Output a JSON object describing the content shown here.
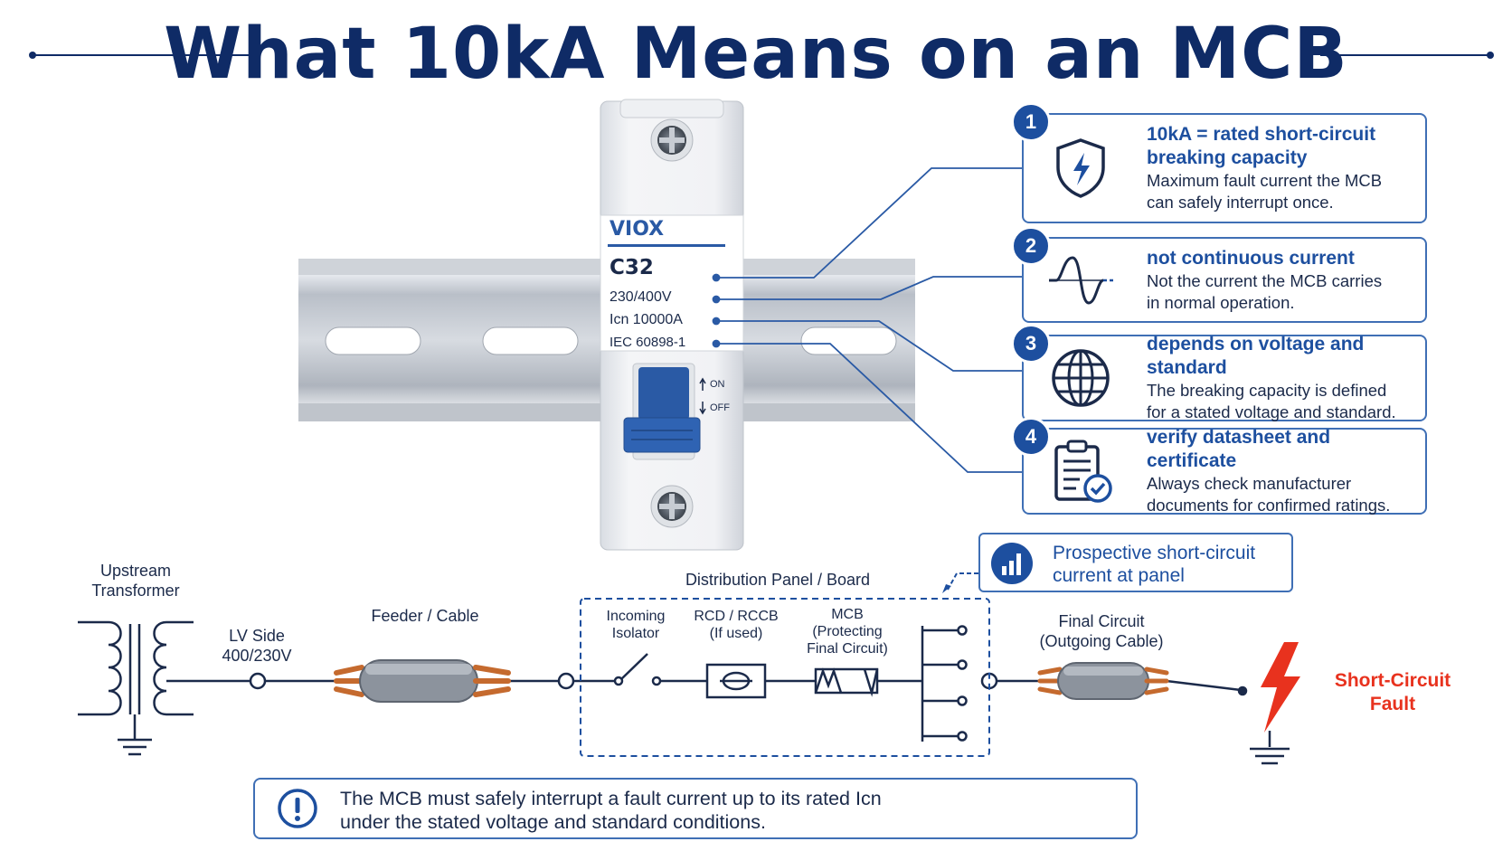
{
  "title": "What 10kA Means on an MCB",
  "breaker": {
    "brand": "VIOX",
    "model": "C32",
    "voltage": "230/400V",
    "icn": "Icn 10000A",
    "standard": "IEC 60898-1",
    "on_label": "ON",
    "off_label": "OFF"
  },
  "callouts": [
    {
      "number": "1",
      "icon": "shield-lightning-icon",
      "heading": [
        "10kA = rated short-circuit",
        "breaking capacity"
      ],
      "body": [
        "Maximum fault current the MCB",
        "can safely interrupt once."
      ]
    },
    {
      "number": "2",
      "icon": "sine-wave-icon",
      "heading": [
        "not continuous current"
      ],
      "body": [
        "Not the current the MCB carries",
        "in normal operation."
      ]
    },
    {
      "number": "3",
      "icon": "globe-icon",
      "heading": [
        "depends on voltage and standard"
      ],
      "body": [
        "The breaking capacity is defined",
        "for a stated voltage and standard."
      ]
    },
    {
      "number": "4",
      "icon": "clipboard-check-icon",
      "heading": [
        "verify datasheet and certificate"
      ],
      "body": [
        "Always check manufacturer",
        "documents for confirmed ratings."
      ]
    }
  ],
  "diagram": {
    "transformer": [
      "Upstream",
      "Transformer"
    ],
    "lv_side": [
      "LV Side",
      "400/230V"
    ],
    "feeder": "Feeder / Cable",
    "panel": "Distribution Panel / Board",
    "isolator": [
      "Incoming",
      "Isolator"
    ],
    "rcd": [
      "RCD / RCCB",
      "(If used)"
    ],
    "mcb": [
      "MCB",
      "(Protecting",
      "Final Circuit)"
    ],
    "final_circuit": [
      "Final Circuit",
      "(Outgoing Cable)"
    ],
    "prospective": [
      "Prospective short-circuit",
      "current at panel"
    ],
    "fault": [
      "Short-Circuit",
      "Fault"
    ]
  },
  "note": [
    "The MCB must safely interrupt a fault current up to its rated Icn",
    "under the stated voltage and standard conditions."
  ],
  "colors": {
    "navy": "#0f2b66",
    "blue": "#1d4f9f",
    "fault_red": "#e8321e",
    "rail": "#c9ced6"
  }
}
